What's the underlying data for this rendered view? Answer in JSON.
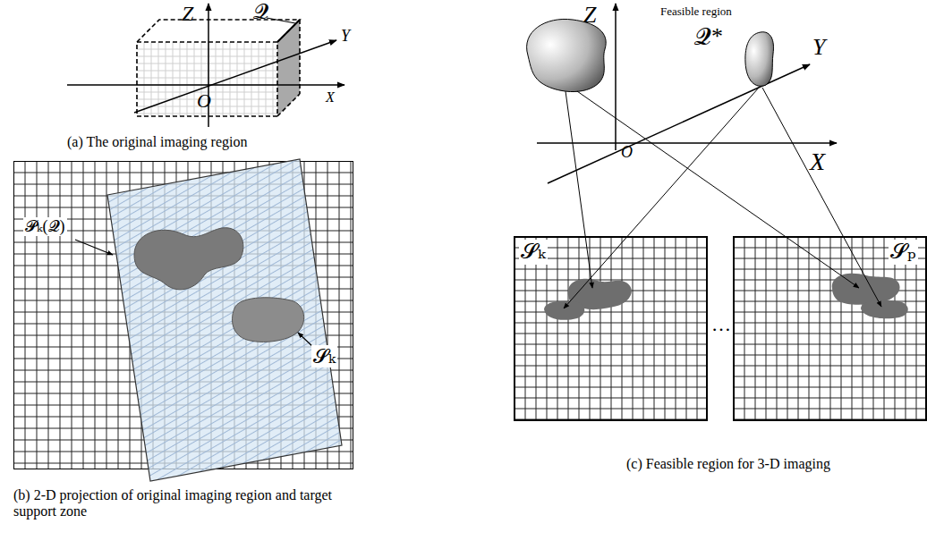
{
  "diagram": {
    "labels": [
      "Z",
      "𝓠",
      "Y",
      "O",
      "X",
      "(a) The original imaging region",
      "𝓟ₖ(𝓠)",
      "𝓢ₖ",
      "(b) 2-D projection of original imaging region and target support zone",
      "Z",
      "Feasible region",
      "𝓠*",
      "Y",
      "O",
      "X",
      "𝓢ₖ",
      "…",
      "𝓢ₚ",
      "(c) Feasible region for 3-D imaging"
    ]
  }
}
